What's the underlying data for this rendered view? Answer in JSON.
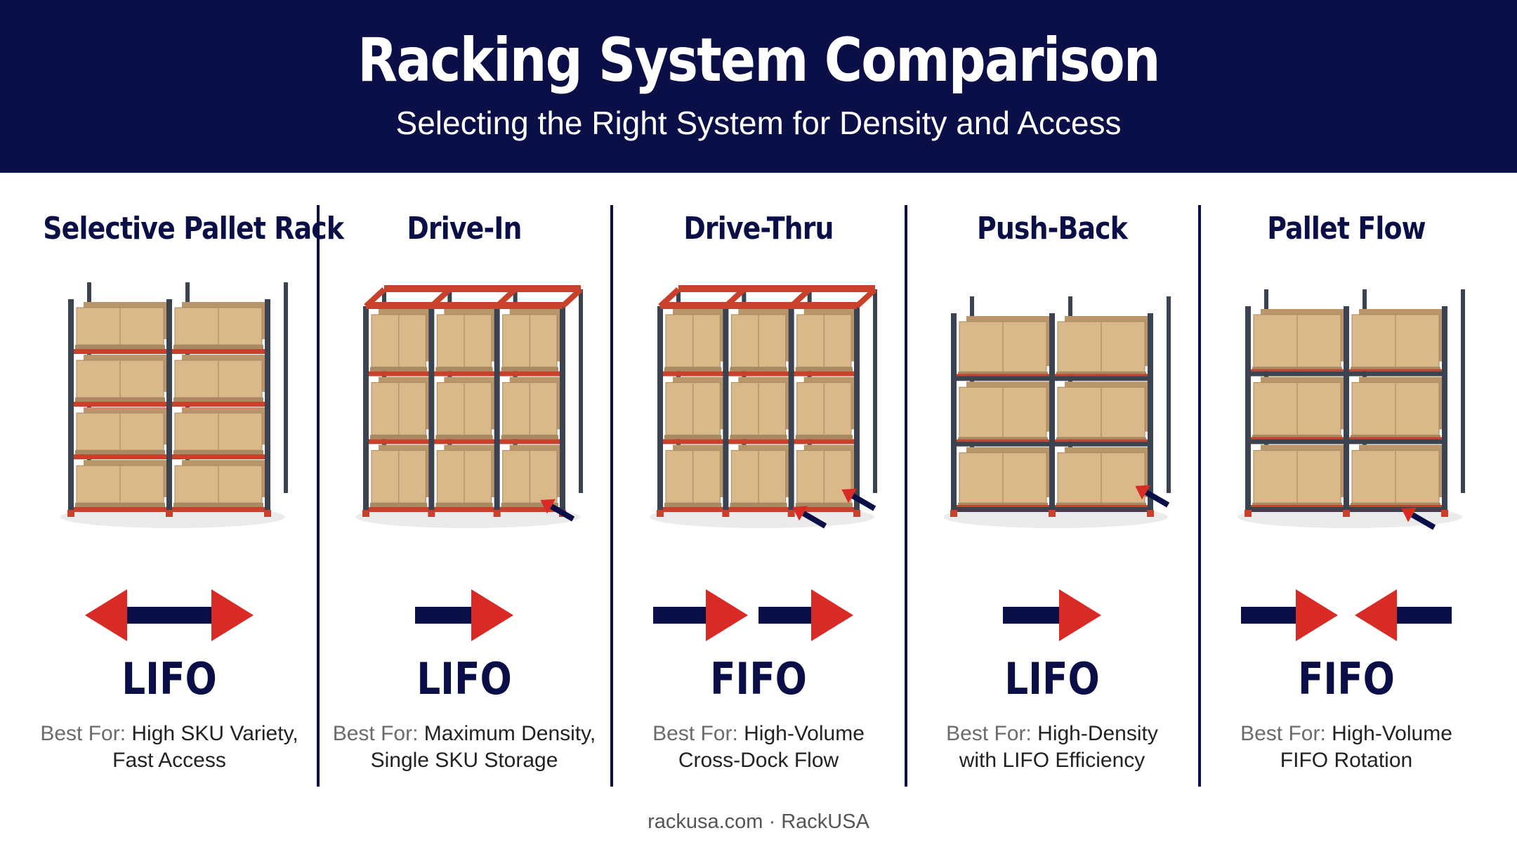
{
  "header": {
    "title": "Racking System Comparison",
    "subtitle": "Selecting the Right System for Density and Access"
  },
  "columns": [
    {
      "title": "Selective Pallet Rack",
      "icon": "selective-rack-icon",
      "flow_icon": "bidirectional-arrow-icon",
      "method": "LIFO",
      "best_prefix": "Best For:",
      "best_line1": " High SKU Variety,",
      "best_line2": "Fast Access"
    },
    {
      "title": "Drive-In",
      "icon": "drive-in-rack-icon",
      "flow_icon": "right-arrow-icon",
      "method": "LIFO",
      "best_prefix": "Best For:",
      "best_line1": " Maximum Density,",
      "best_line2": "Single SKU Storage"
    },
    {
      "title": "Drive-Thru",
      "icon": "drive-thru-rack-icon",
      "flow_icon": "double-right-arrow-icon",
      "method": "FIFO",
      "best_prefix": "Best For:",
      "best_line1": " High-Volume",
      "best_line2": "Cross-Dock Flow"
    },
    {
      "title": "Push-Back",
      "icon": "push-back-rack-icon",
      "flow_icon": "right-arrow-icon",
      "method": "LIFO",
      "best_prefix": "Best For:",
      "best_line1": " High-Density",
      "best_line2": "with LIFO Efficiency"
    },
    {
      "title": "Pallet Flow",
      "icon": "pallet-flow-rack-icon",
      "flow_icon": "converging-arrows-icon",
      "method": "FIFO",
      "best_prefix": "Best For:",
      "best_line1": " High-Volume",
      "best_line2": "FIFO Rotation"
    }
  ],
  "footer": "rackusa.com · RackUSA",
  "colors": {
    "navy": "#0b0f47",
    "red": "#d92b25",
    "frame": "#3a434f",
    "beam": "#c9412a",
    "box": "#d9b98a"
  }
}
